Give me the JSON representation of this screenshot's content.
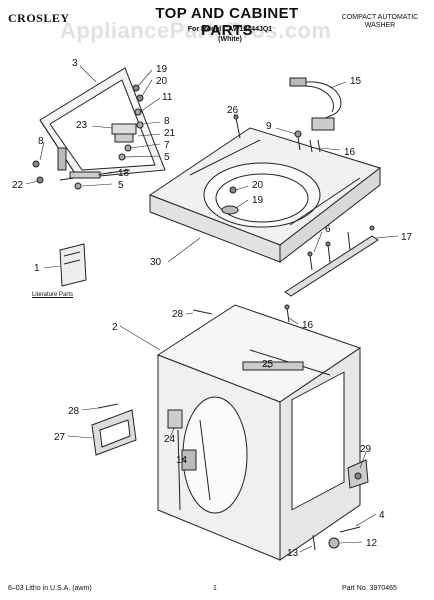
{
  "header": {
    "brand": "CROSLEY",
    "title": "TOP AND CABINET PARTS",
    "model_line": "For Model CAW12444JQ1",
    "color_line": "(White)",
    "product_type": [
      "COMPACT AUTOMATIC",
      "WASHER"
    ],
    "watermark": "AppliancePartsPros.com"
  },
  "literature_label": "Literature Parts",
  "callouts": [
    {
      "id": "c3",
      "text": "3"
    },
    {
      "id": "c19a",
      "text": "19"
    },
    {
      "id": "c20a",
      "text": "20"
    },
    {
      "id": "c11",
      "text": "11"
    },
    {
      "id": "c8a",
      "text": "8"
    },
    {
      "id": "c23",
      "text": "23"
    },
    {
      "id": "c8b",
      "text": "8"
    },
    {
      "id": "c21",
      "text": "21"
    },
    {
      "id": "c7",
      "text": "7"
    },
    {
      "id": "c5a",
      "text": "5"
    },
    {
      "id": "c18",
      "text": "18"
    },
    {
      "id": "c5b",
      "text": "5"
    },
    {
      "id": "c22",
      "text": "22"
    },
    {
      "id": "c15",
      "text": "15"
    },
    {
      "id": "c26",
      "text": "26"
    },
    {
      "id": "c9",
      "text": "9"
    },
    {
      "id": "c16a",
      "text": "16"
    },
    {
      "id": "c20b",
      "text": "20"
    },
    {
      "id": "c19b",
      "text": "19"
    },
    {
      "id": "c6",
      "text": "6"
    },
    {
      "id": "c17",
      "text": "17"
    },
    {
      "id": "c30",
      "text": "30"
    },
    {
      "id": "c1",
      "text": "1"
    },
    {
      "id": "c28a",
      "text": "28"
    },
    {
      "id": "c16b",
      "text": "16"
    },
    {
      "id": "c2",
      "text": "2"
    },
    {
      "id": "c25",
      "text": "25"
    },
    {
      "id": "c28b",
      "text": "28"
    },
    {
      "id": "c27",
      "text": "27"
    },
    {
      "id": "c24",
      "text": "24"
    },
    {
      "id": "c14",
      "text": "14"
    },
    {
      "id": "c29",
      "text": "29"
    },
    {
      "id": "c4",
      "text": "4"
    },
    {
      "id": "c13",
      "text": "13"
    },
    {
      "id": "c12",
      "text": "12"
    }
  ],
  "footer": {
    "left": "6–03 Litho in U.S.A. (awm)",
    "page": "1",
    "part_no": "Part No. 3970465"
  }
}
